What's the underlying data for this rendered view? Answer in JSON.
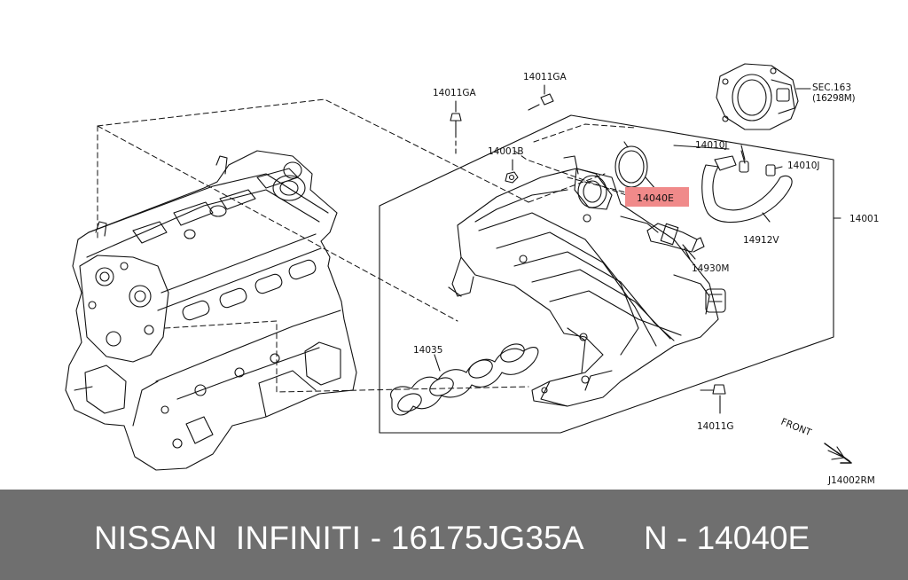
{
  "diagram": {
    "part_labels": {
      "bolt_top_left": "14011GA",
      "bolt_top_right": "14011GA",
      "nut": "14001B",
      "highlighted_part": "14040E",
      "hose_clamp_left": "14010J",
      "hose_clamp_right": "14010J",
      "manifold_assembly": "14001",
      "hose": "14912V",
      "valve": "14930M",
      "gasket": "14035",
      "bolt_bottom": "14011G",
      "section_ref_line1": "SEC.163",
      "section_ref_line2": "(16298M)",
      "direction": "FRONT",
      "diagram_code": "J14002RM"
    },
    "highlight_color": "#f08a8a"
  },
  "banner": {
    "text": "NISSAN  INFINITI - 16175JG35A",
    "code": "N - 14040E",
    "background": "#6f6f6f"
  }
}
